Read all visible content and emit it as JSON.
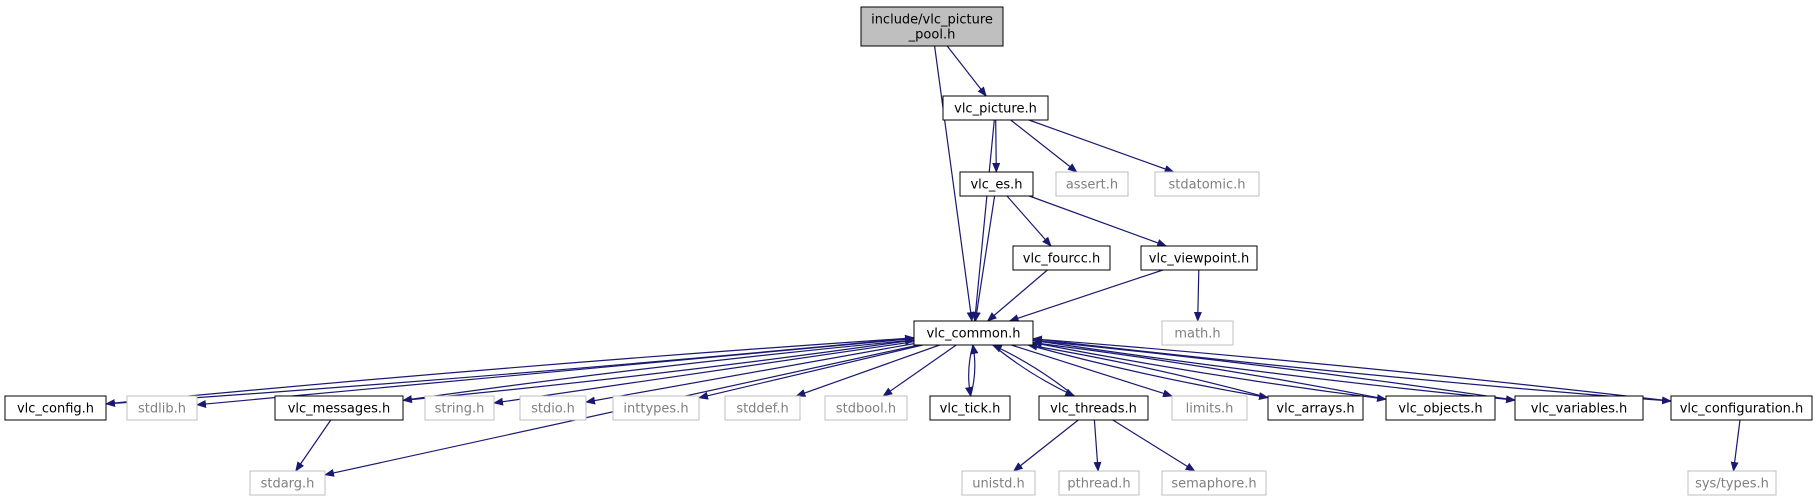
{
  "colors": {
    "edge": "#191970",
    "documented_border": "#000000",
    "undocumented_border": "#bfbfbf",
    "root_fill": "#bfbfbf",
    "node_fill": "#ffffff",
    "documented_text": "#000000",
    "undocumented_text": "#7f7f7f"
  },
  "nodes": {
    "root": {
      "label": [
        "include/vlc_picture",
        "_pool.h"
      ],
      "kind": "root"
    },
    "picture": {
      "label": [
        "vlc_picture.h"
      ],
      "kind": "documented"
    },
    "es": {
      "label": [
        "vlc_es.h"
      ],
      "kind": "documented"
    },
    "assert": {
      "label": [
        "assert.h"
      ],
      "kind": "system"
    },
    "stdatomic": {
      "label": [
        "stdatomic.h"
      ],
      "kind": "system"
    },
    "fourcc": {
      "label": [
        "vlc_fourcc.h"
      ],
      "kind": "documented"
    },
    "viewpoint": {
      "label": [
        "vlc_viewpoint.h"
      ],
      "kind": "documented"
    },
    "math": {
      "label": [
        "math.h"
      ],
      "kind": "system"
    },
    "common": {
      "label": [
        "vlc_common.h"
      ],
      "kind": "documented"
    },
    "config": {
      "label": [
        "vlc_config.h"
      ],
      "kind": "documented"
    },
    "stdlib": {
      "label": [
        "stdlib.h"
      ],
      "kind": "system"
    },
    "messages": {
      "label": [
        "vlc_messages.h"
      ],
      "kind": "documented"
    },
    "string": {
      "label": [
        "string.h"
      ],
      "kind": "system"
    },
    "stdio": {
      "label": [
        "stdio.h"
      ],
      "kind": "system"
    },
    "inttypes": {
      "label": [
        "inttypes.h"
      ],
      "kind": "system"
    },
    "stddef": {
      "label": [
        "stddef.h"
      ],
      "kind": "system"
    },
    "stdbool": {
      "label": [
        "stdbool.h"
      ],
      "kind": "system"
    },
    "tick": {
      "label": [
        "vlc_tick.h"
      ],
      "kind": "documented"
    },
    "threads": {
      "label": [
        "vlc_threads.h"
      ],
      "kind": "documented"
    },
    "limits": {
      "label": [
        "limits.h"
      ],
      "kind": "system"
    },
    "arrays": {
      "label": [
        "vlc_arrays.h"
      ],
      "kind": "documented"
    },
    "objects": {
      "label": [
        "vlc_objects.h"
      ],
      "kind": "documented"
    },
    "variables": {
      "label": [
        "vlc_variables.h"
      ],
      "kind": "documented"
    },
    "configuration": {
      "label": [
        "vlc_configuration.h"
      ],
      "kind": "documented"
    },
    "stdarg": {
      "label": [
        "stdarg.h"
      ],
      "kind": "system"
    },
    "unistd": {
      "label": [
        "unistd.h"
      ],
      "kind": "system"
    },
    "pthread": {
      "label": [
        "pthread.h"
      ],
      "kind": "system"
    },
    "semaphore": {
      "label": [
        "semaphore.h"
      ],
      "kind": "system"
    },
    "systypes": {
      "label": [
        "sys/types.h"
      ],
      "kind": "system"
    }
  },
  "edges": [
    [
      "root",
      "picture"
    ],
    [
      "root",
      "common"
    ],
    [
      "picture",
      "es"
    ],
    [
      "picture",
      "common"
    ],
    [
      "picture",
      "assert"
    ],
    [
      "picture",
      "stdatomic"
    ],
    [
      "es",
      "common"
    ],
    [
      "es",
      "fourcc"
    ],
    [
      "es",
      "viewpoint"
    ],
    [
      "fourcc",
      "common"
    ],
    [
      "viewpoint",
      "common"
    ],
    [
      "viewpoint",
      "math"
    ],
    [
      "common",
      "config"
    ],
    [
      "common",
      "stdlib"
    ],
    [
      "common",
      "messages"
    ],
    [
      "common",
      "string"
    ],
    [
      "common",
      "stdio"
    ],
    [
      "common",
      "inttypes"
    ],
    [
      "common",
      "stddef"
    ],
    [
      "common",
      "stdbool"
    ],
    [
      "common",
      "tick"
    ],
    [
      "common",
      "threads"
    ],
    [
      "common",
      "limits"
    ],
    [
      "common",
      "arrays"
    ],
    [
      "common",
      "objects"
    ],
    [
      "common",
      "variables"
    ],
    [
      "common",
      "configuration"
    ],
    [
      "common",
      "stdarg"
    ],
    [
      "config",
      "common"
    ],
    [
      "messages",
      "common"
    ],
    [
      "tick",
      "common"
    ],
    [
      "threads",
      "common"
    ],
    [
      "arrays",
      "common"
    ],
    [
      "objects",
      "common"
    ],
    [
      "variables",
      "common"
    ],
    [
      "configuration",
      "common"
    ],
    [
      "messages",
      "stdarg"
    ],
    [
      "threads",
      "unistd"
    ],
    [
      "threads",
      "pthread"
    ],
    [
      "threads",
      "semaphore"
    ],
    [
      "configuration",
      "systypes"
    ]
  ]
}
